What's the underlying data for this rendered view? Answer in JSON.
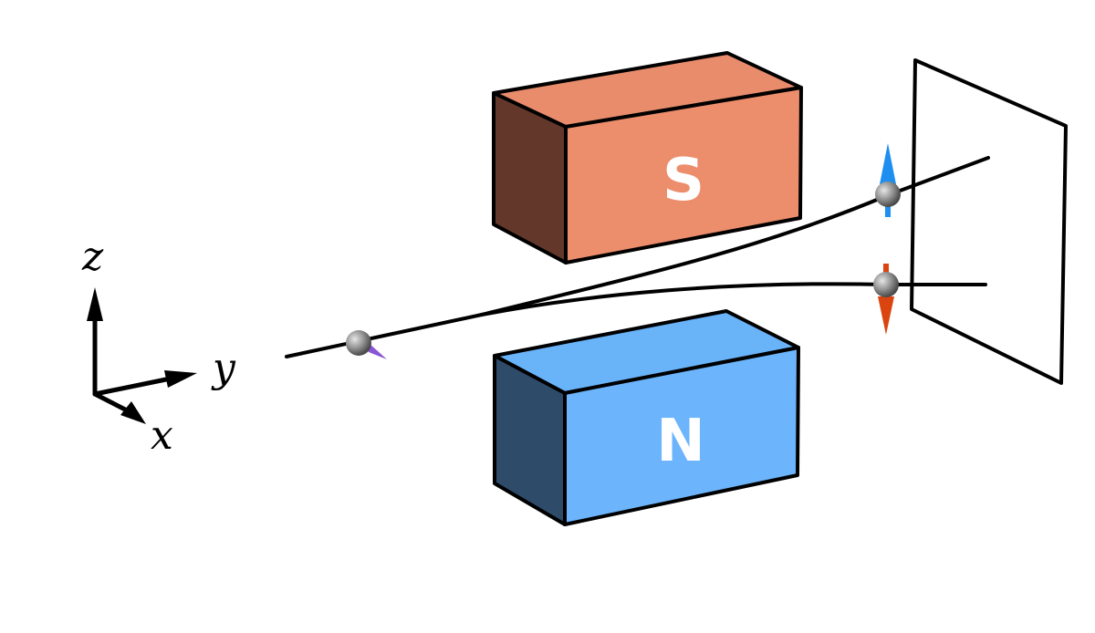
{
  "magnets": {
    "top": {
      "label": "S",
      "front_color": "#ec8d6c",
      "top_color": "#e88c6c",
      "side_color": "#63382b"
    },
    "bottom": {
      "label": "N",
      "front_color": "#6cb4fb",
      "top_color": "#69b3f9",
      "side_color": "#2e4b6a"
    }
  },
  "axes": {
    "x": "x",
    "y": "y",
    "z": "z"
  },
  "spin_colors": {
    "incoming": "#8a55d6",
    "up": "#1e8ef0",
    "down": "#d9440f"
  },
  "icons": {
    "incoming_particle": "sphere-with-cone-icon",
    "deflected_up": "sphere-with-up-arrow-icon",
    "deflected_down": "sphere-with-down-arrow-icon"
  }
}
